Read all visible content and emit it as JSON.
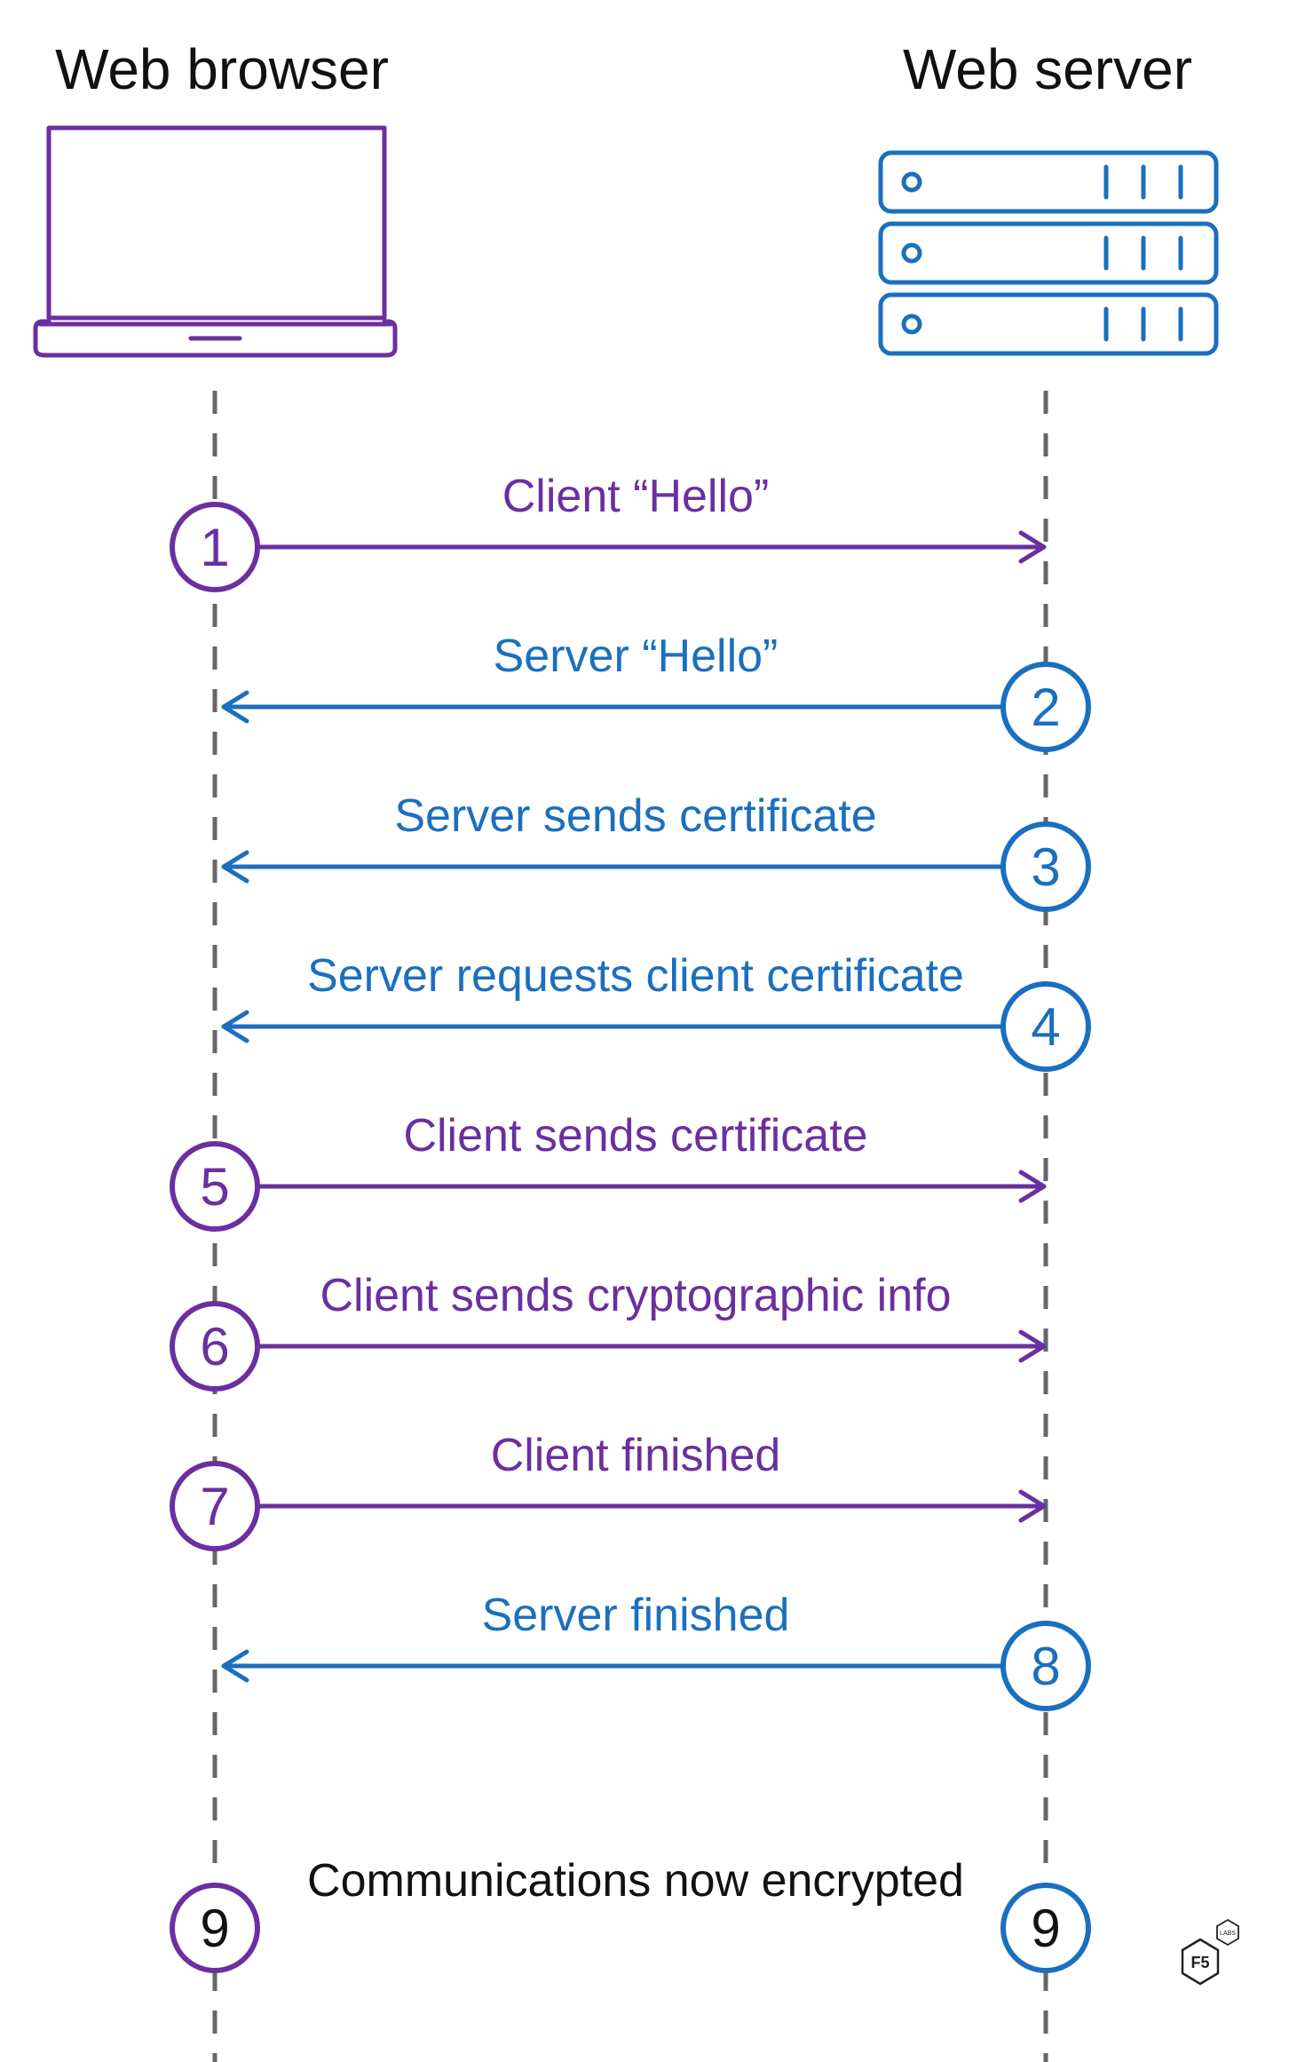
{
  "colors": {
    "client": "#6b2fa0",
    "server": "#1b6fbf",
    "text": "#111111",
    "lifeline": "#666666"
  },
  "browser": {
    "title": "Web browser",
    "icon": "laptop-icon"
  },
  "server": {
    "title": "Web server",
    "icon": "server-rack-icon"
  },
  "steps": [
    {
      "num": "1",
      "label": "Client “Hello”",
      "direction": "to-server",
      "actor": "client"
    },
    {
      "num": "2",
      "label": "Server “Hello”",
      "direction": "to-browser",
      "actor": "server"
    },
    {
      "num": "3",
      "label": "Server sends certificate",
      "direction": "to-browser",
      "actor": "server"
    },
    {
      "num": "4",
      "label": "Server requests client certificate",
      "direction": "to-browser",
      "actor": "server"
    },
    {
      "num": "5",
      "label": "Client sends certificate",
      "direction": "to-server",
      "actor": "client"
    },
    {
      "num": "6",
      "label": "Client sends cryptographic info",
      "direction": "to-server",
      "actor": "client"
    },
    {
      "num": "7",
      "label": "Client finished",
      "direction": "to-server",
      "actor": "client"
    },
    {
      "num": "8",
      "label": "Server finished",
      "direction": "to-browser",
      "actor": "server"
    }
  ],
  "final_step": {
    "num": "9",
    "label": "Communications now encrypted",
    "direction": "both"
  },
  "logo": {
    "text": "F5",
    "subtext": "LABS",
    "icon": "f5-labs-logo-icon"
  }
}
